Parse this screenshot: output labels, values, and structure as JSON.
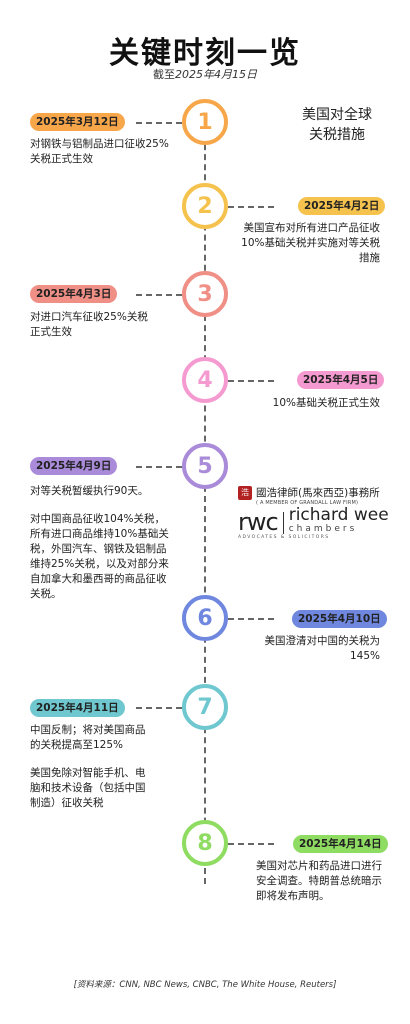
{
  "header": {
    "title": "关键时刻一览",
    "subtitle_prefix": "截至",
    "subtitle_date": "2025年4月15日"
  },
  "side_title": {
    "line1": "美国对全球",
    "line2": "关税措施"
  },
  "events": [
    {
      "number": "1",
      "date": "2025年3月12日",
      "desc": [
        "对钢铁与铝制品进口征收25%关税正式生效"
      ],
      "node_color": "#f7a74a",
      "badge_color": "#f7a74a"
    },
    {
      "number": "2",
      "date": "2025年4月2日",
      "desc": [
        "美国宣布对所有进口产品征收10%基础关税并实施对等关税措施"
      ],
      "node_color": "#f5c24d",
      "badge_color": "#f5c24d"
    },
    {
      "number": "3",
      "date": "2025年4月3日",
      "desc": [
        "对进口汽车征收25%关税正式生效"
      ],
      "node_color": "#f08f86",
      "badge_color": "#f08f86"
    },
    {
      "number": "4",
      "date": "2025年4月5日",
      "desc": [
        "10%基础关税正式生效"
      ],
      "node_color": "#f59ad0",
      "badge_color": "#f59ad0"
    },
    {
      "number": "5",
      "date": "2025年4月9日",
      "desc": [
        "对等关税暂缓执行90天。",
        "对中国商品征收104%关税，所有进口商品维持10%基础关税，外国汽车、钢铁及铝制品维持25%关税，以及对部分来自加拿大和墨西哥的商品征收关税。"
      ],
      "node_color": "#a98bda",
      "badge_color": "#a98bda"
    },
    {
      "number": "6",
      "date": "2025年4月10日",
      "desc": [
        "美国澄清对中国的关税为145%"
      ],
      "node_color": "#6f87df",
      "badge_color": "#6f87df"
    },
    {
      "number": "7",
      "date": "2025年4月11日",
      "desc": [
        "中国反制；将对美国商品的关税提高至125%",
        "美国免除对智能手机、电脑和技术设备（包括中国制造）征收关税"
      ],
      "node_color": "#6fc8cf",
      "badge_color": "#6fc8cf"
    },
    {
      "number": "8",
      "date": "2025年4月14日",
      "desc": [
        "美国对芯片和药品进口进行安全调查。特朗普总统暗示即将发布声明。"
      ],
      "node_color": "#8fdc62",
      "badge_color": "#8fdc62"
    }
  ],
  "logo": {
    "seal": "浩",
    "chinese": "國浩律師(馬來西亞)事務所",
    "member": "( A MEMBER OF GRANDALL LAW FIRM)",
    "rwc": "rwc",
    "name": "richard wee",
    "chambers": "chambers",
    "tagline": "ADVOCATES & SOLICITORS"
  },
  "source": "[资料来源：CNN, NBC News, CNBC, The White House, Reuters]"
}
